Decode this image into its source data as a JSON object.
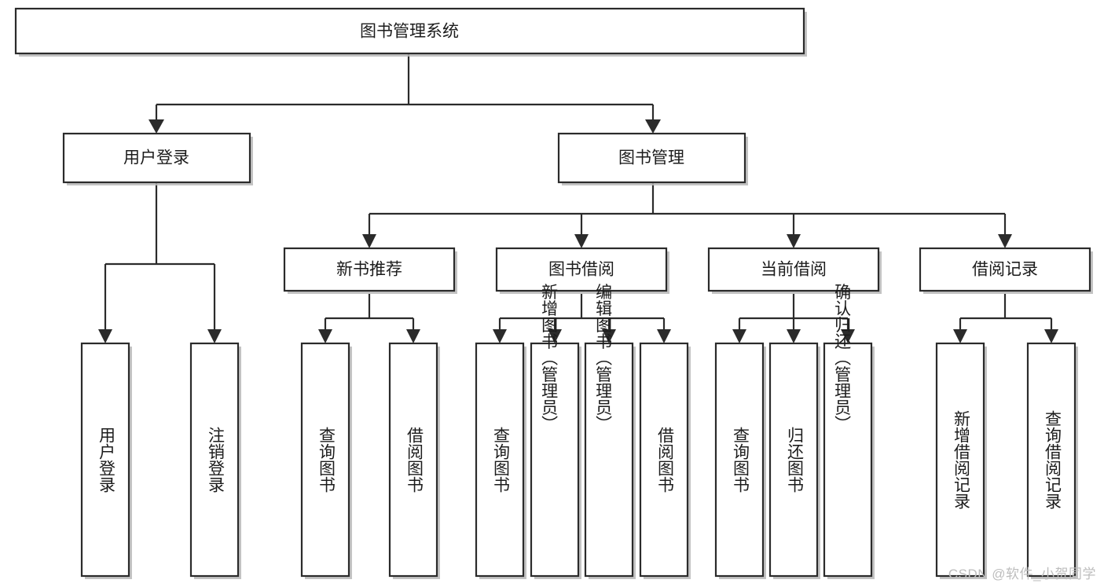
{
  "diagram": {
    "type": "tree-hierarchy",
    "title": "图书管理系统",
    "orientation": "top-down",
    "watermark": "CSDN @软件_小贺同学",
    "colors": {
      "box_stroke": "#2b2b2b",
      "box_fill": "#ffffff",
      "edge": "#2b2b2b",
      "text": "#1c1c1c",
      "watermark": "#bdbdbd",
      "background": "#ffffff"
    },
    "levels": {
      "root": {
        "label": "图书管理系统"
      },
      "level2": [
        {
          "label": "用户登录"
        },
        {
          "label": "图书管理"
        }
      ],
      "level3": [
        {
          "label": "新书推荐"
        },
        {
          "label": "图书借阅"
        },
        {
          "label": "当前借阅"
        },
        {
          "label": "借阅记录"
        }
      ]
    },
    "nodes": {
      "root": "图书管理系统",
      "user_login": "用户登录",
      "book_manage": "图书管理",
      "new_book_rec": "新书推荐",
      "book_borrow": "图书借阅",
      "current_borrow": "当前借阅",
      "borrow_record": "借阅记录",
      "leaf_user_login": "用户登录",
      "leaf_logout": "注销登录",
      "leaf_query_book_1": "查询图书",
      "leaf_borrow_book_1": "借阅图书",
      "leaf_query_book_2": "查询图书",
      "leaf_add_book": "新增图书（管理员）",
      "leaf_edit_book": "编辑图书（管理员）",
      "leaf_borrow_book_2": "借阅图书",
      "leaf_query_book_3": "查询图书",
      "leaf_return_book": "归还图书",
      "leaf_confirm_return": "确认归还（管理员）",
      "leaf_add_record": "新增借阅记录",
      "leaf_query_record": "查询借阅记录"
    },
    "tree": [
      {
        "label": "图书管理系统",
        "children": [
          {
            "label": "用户登录",
            "children": [
              {
                "label": "用户登录"
              },
              {
                "label": "注销登录"
              }
            ]
          },
          {
            "label": "图书管理",
            "children": [
              {
                "label": "新书推荐",
                "children": [
                  {
                    "label": "查询图书"
                  },
                  {
                    "label": "借阅图书"
                  }
                ]
              },
              {
                "label": "图书借阅",
                "children": [
                  {
                    "label": "查询图书"
                  },
                  {
                    "label": "新增图书（管理员）"
                  },
                  {
                    "label": "编辑图书（管理员）"
                  },
                  {
                    "label": "借阅图书"
                  }
                ]
              },
              {
                "label": "当前借阅",
                "children": [
                  {
                    "label": "查询图书"
                  },
                  {
                    "label": "归还图书"
                  },
                  {
                    "label": "确认归还（管理员）"
                  }
                ]
              },
              {
                "label": "借阅记录",
                "children": [
                  {
                    "label": "新增借阅记录"
                  },
                  {
                    "label": "查询借阅记录"
                  }
                ]
              }
            ]
          }
        ]
      }
    ]
  }
}
